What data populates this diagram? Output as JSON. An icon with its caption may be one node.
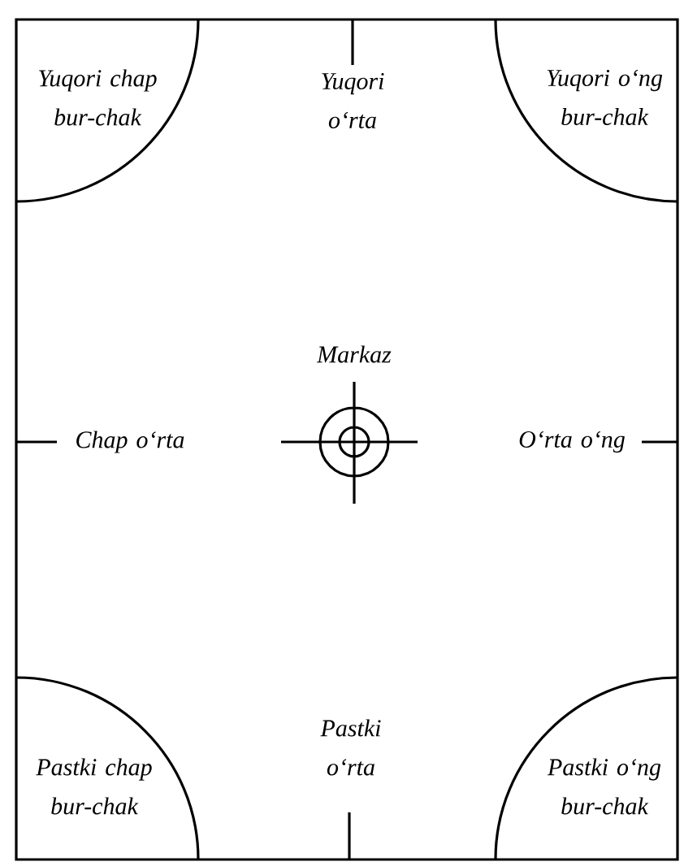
{
  "diagram": {
    "nodes": [
      {
        "text": [
          "Yuqori chap bur-chak"
        ]
      },
      {
        "text": [
          "Yuqori o‘ng bur-chak"
        ]
      },
      {
        "text": [
          "Pastki chap bur-chak"
        ]
      },
      {
        "text": [
          "Pastki o‘ng bur-chak"
        ]
      }
    ],
    "edges": [],
    "labels": [
      "Yuqori o‘rta",
      "Markaz",
      "Chap o‘rta",
      "O‘rta o‘ng",
      "Pastki o‘rta"
    ]
  }
}
